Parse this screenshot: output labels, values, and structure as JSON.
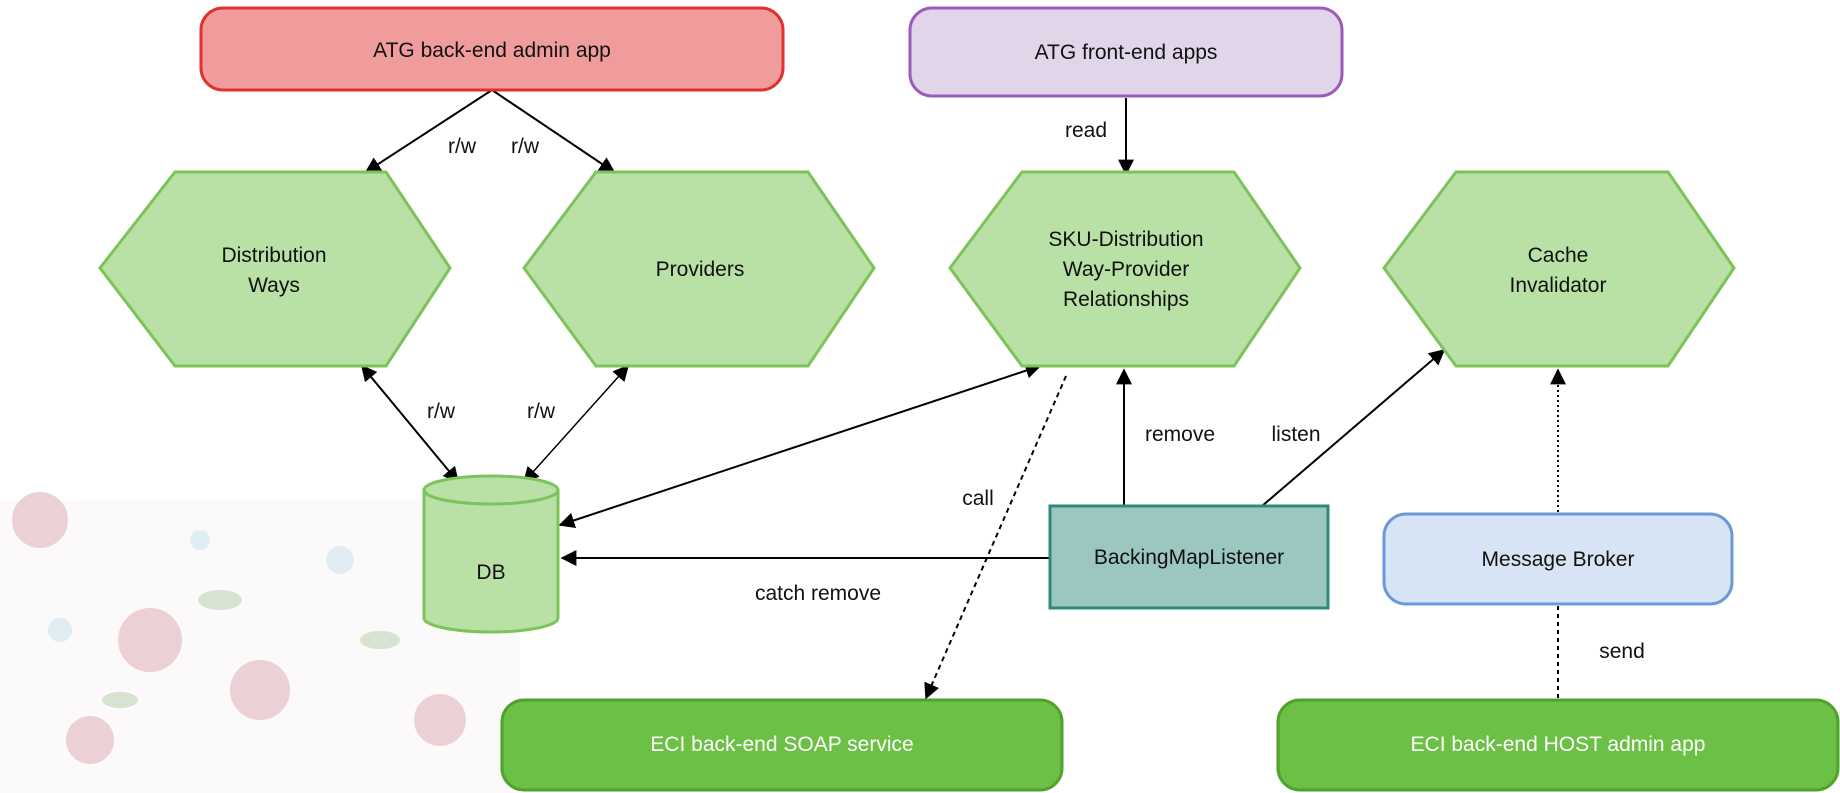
{
  "nodes": {
    "admin_app": "ATG back-end admin app",
    "front_apps": "ATG front-end apps",
    "dist_ways_line1": "Distribution",
    "dist_ways_line2": "Ways",
    "providers": "Providers",
    "sku_line1": "SKU-Distribution",
    "sku_line2": "Way-Provider",
    "sku_line3": "Relationships",
    "cache_line1": "Cache",
    "cache_line2": "Invalidator",
    "db": "DB",
    "listener": "BackingMapListener",
    "broker": "Message Broker",
    "soap": "ECI back-end SOAP service",
    "host": "ECI back-end HOST admin app"
  },
  "edges": {
    "rw_admin_dist": "r/w",
    "rw_admin_prov": "r/w",
    "rw_dist_db": "r/w",
    "rw_prov_db": "r/w",
    "read": "read",
    "remove": "remove",
    "listen": "listen",
    "call": "call",
    "catch_remove": "catch remove",
    "send": "send"
  },
  "colors": {
    "red_fill": "#f19c9c",
    "red_stroke": "#e03030",
    "purple_fill": "#e1d5ea",
    "purple_stroke": "#9a5cb8",
    "green_fill": "#b9e0a5",
    "green_stroke": "#7cc35a",
    "teal_fill": "#9cc7c0",
    "teal_stroke": "#2e8a7e",
    "blue_fill": "#d6e4f6",
    "blue_stroke": "#6d98d8",
    "dark_green_fill": "#6cc045",
    "dark_green_stroke": "#4fa22c"
  }
}
